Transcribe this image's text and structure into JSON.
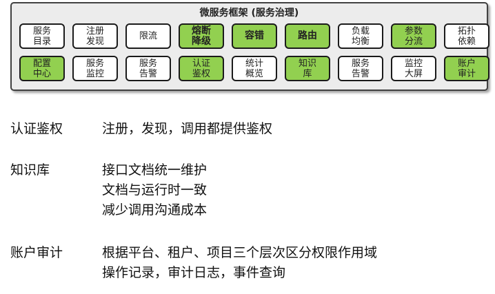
{
  "diagram": {
    "title": "微服务框架 (服务治理)",
    "row1": [
      {
        "label": "服务\n目录",
        "green": false,
        "bold": false,
        "name": "box-service-catalog"
      },
      {
        "label": "注册\n发现",
        "green": false,
        "bold": false,
        "name": "box-registry-discovery"
      },
      {
        "label": "限流",
        "green": false,
        "bold": false,
        "name": "box-rate-limit"
      },
      {
        "label": "熔断\n降级",
        "green": true,
        "bold": true,
        "name": "box-circuit-breaker"
      },
      {
        "label": "容错",
        "green": true,
        "bold": true,
        "name": "box-fault-tolerance"
      },
      {
        "label": "路由",
        "green": true,
        "bold": true,
        "name": "box-routing"
      },
      {
        "label": "负载\n均衡",
        "green": false,
        "bold": false,
        "name": "box-load-balance"
      },
      {
        "label": "参数\n分流",
        "green": true,
        "bold": false,
        "name": "box-param-split"
      },
      {
        "label": "拓扑\n依赖",
        "green": false,
        "bold": false,
        "name": "box-topology"
      }
    ],
    "row2": [
      {
        "label": "配置\n中心",
        "green": true,
        "bold": false,
        "name": "box-config-center"
      },
      {
        "label": "服务\n监控",
        "green": false,
        "bold": false,
        "name": "box-service-monitor"
      },
      {
        "label": "服务\n告警",
        "green": false,
        "bold": false,
        "name": "box-service-alert"
      },
      {
        "label": "认证\n鉴权",
        "green": true,
        "bold": false,
        "name": "box-auth"
      },
      {
        "label": "统计\n概览",
        "green": false,
        "bold": false,
        "name": "box-stats"
      },
      {
        "label": "知识\n库",
        "green": true,
        "bold": false,
        "name": "box-knowledge-base"
      },
      {
        "label": "服务\n告警",
        "green": false,
        "bold": false,
        "name": "box-service-alert-2"
      },
      {
        "label": "监控\n大屏",
        "green": false,
        "bold": false,
        "name": "box-monitor-screen"
      },
      {
        "label": "账户\n审计",
        "green": true,
        "bold": false,
        "name": "box-account-audit"
      }
    ]
  },
  "descriptions": [
    {
      "label": "认证鉴权",
      "lines": [
        "注册，发现，调用都提供鉴权"
      ]
    },
    {
      "label": "知识库",
      "lines": [
        "接口文档统一维护",
        "文档与运行时一致",
        "减少调用沟通成本"
      ]
    },
    {
      "label": "账户审计",
      "lines": [
        "根据平台、租户、项目三个层次区分权限作用域",
        "操作记录，审计日志，事件查询"
      ]
    }
  ],
  "colors": {
    "green": "#92d050",
    "frame": "#ececec",
    "border": "#1a1a1a"
  }
}
